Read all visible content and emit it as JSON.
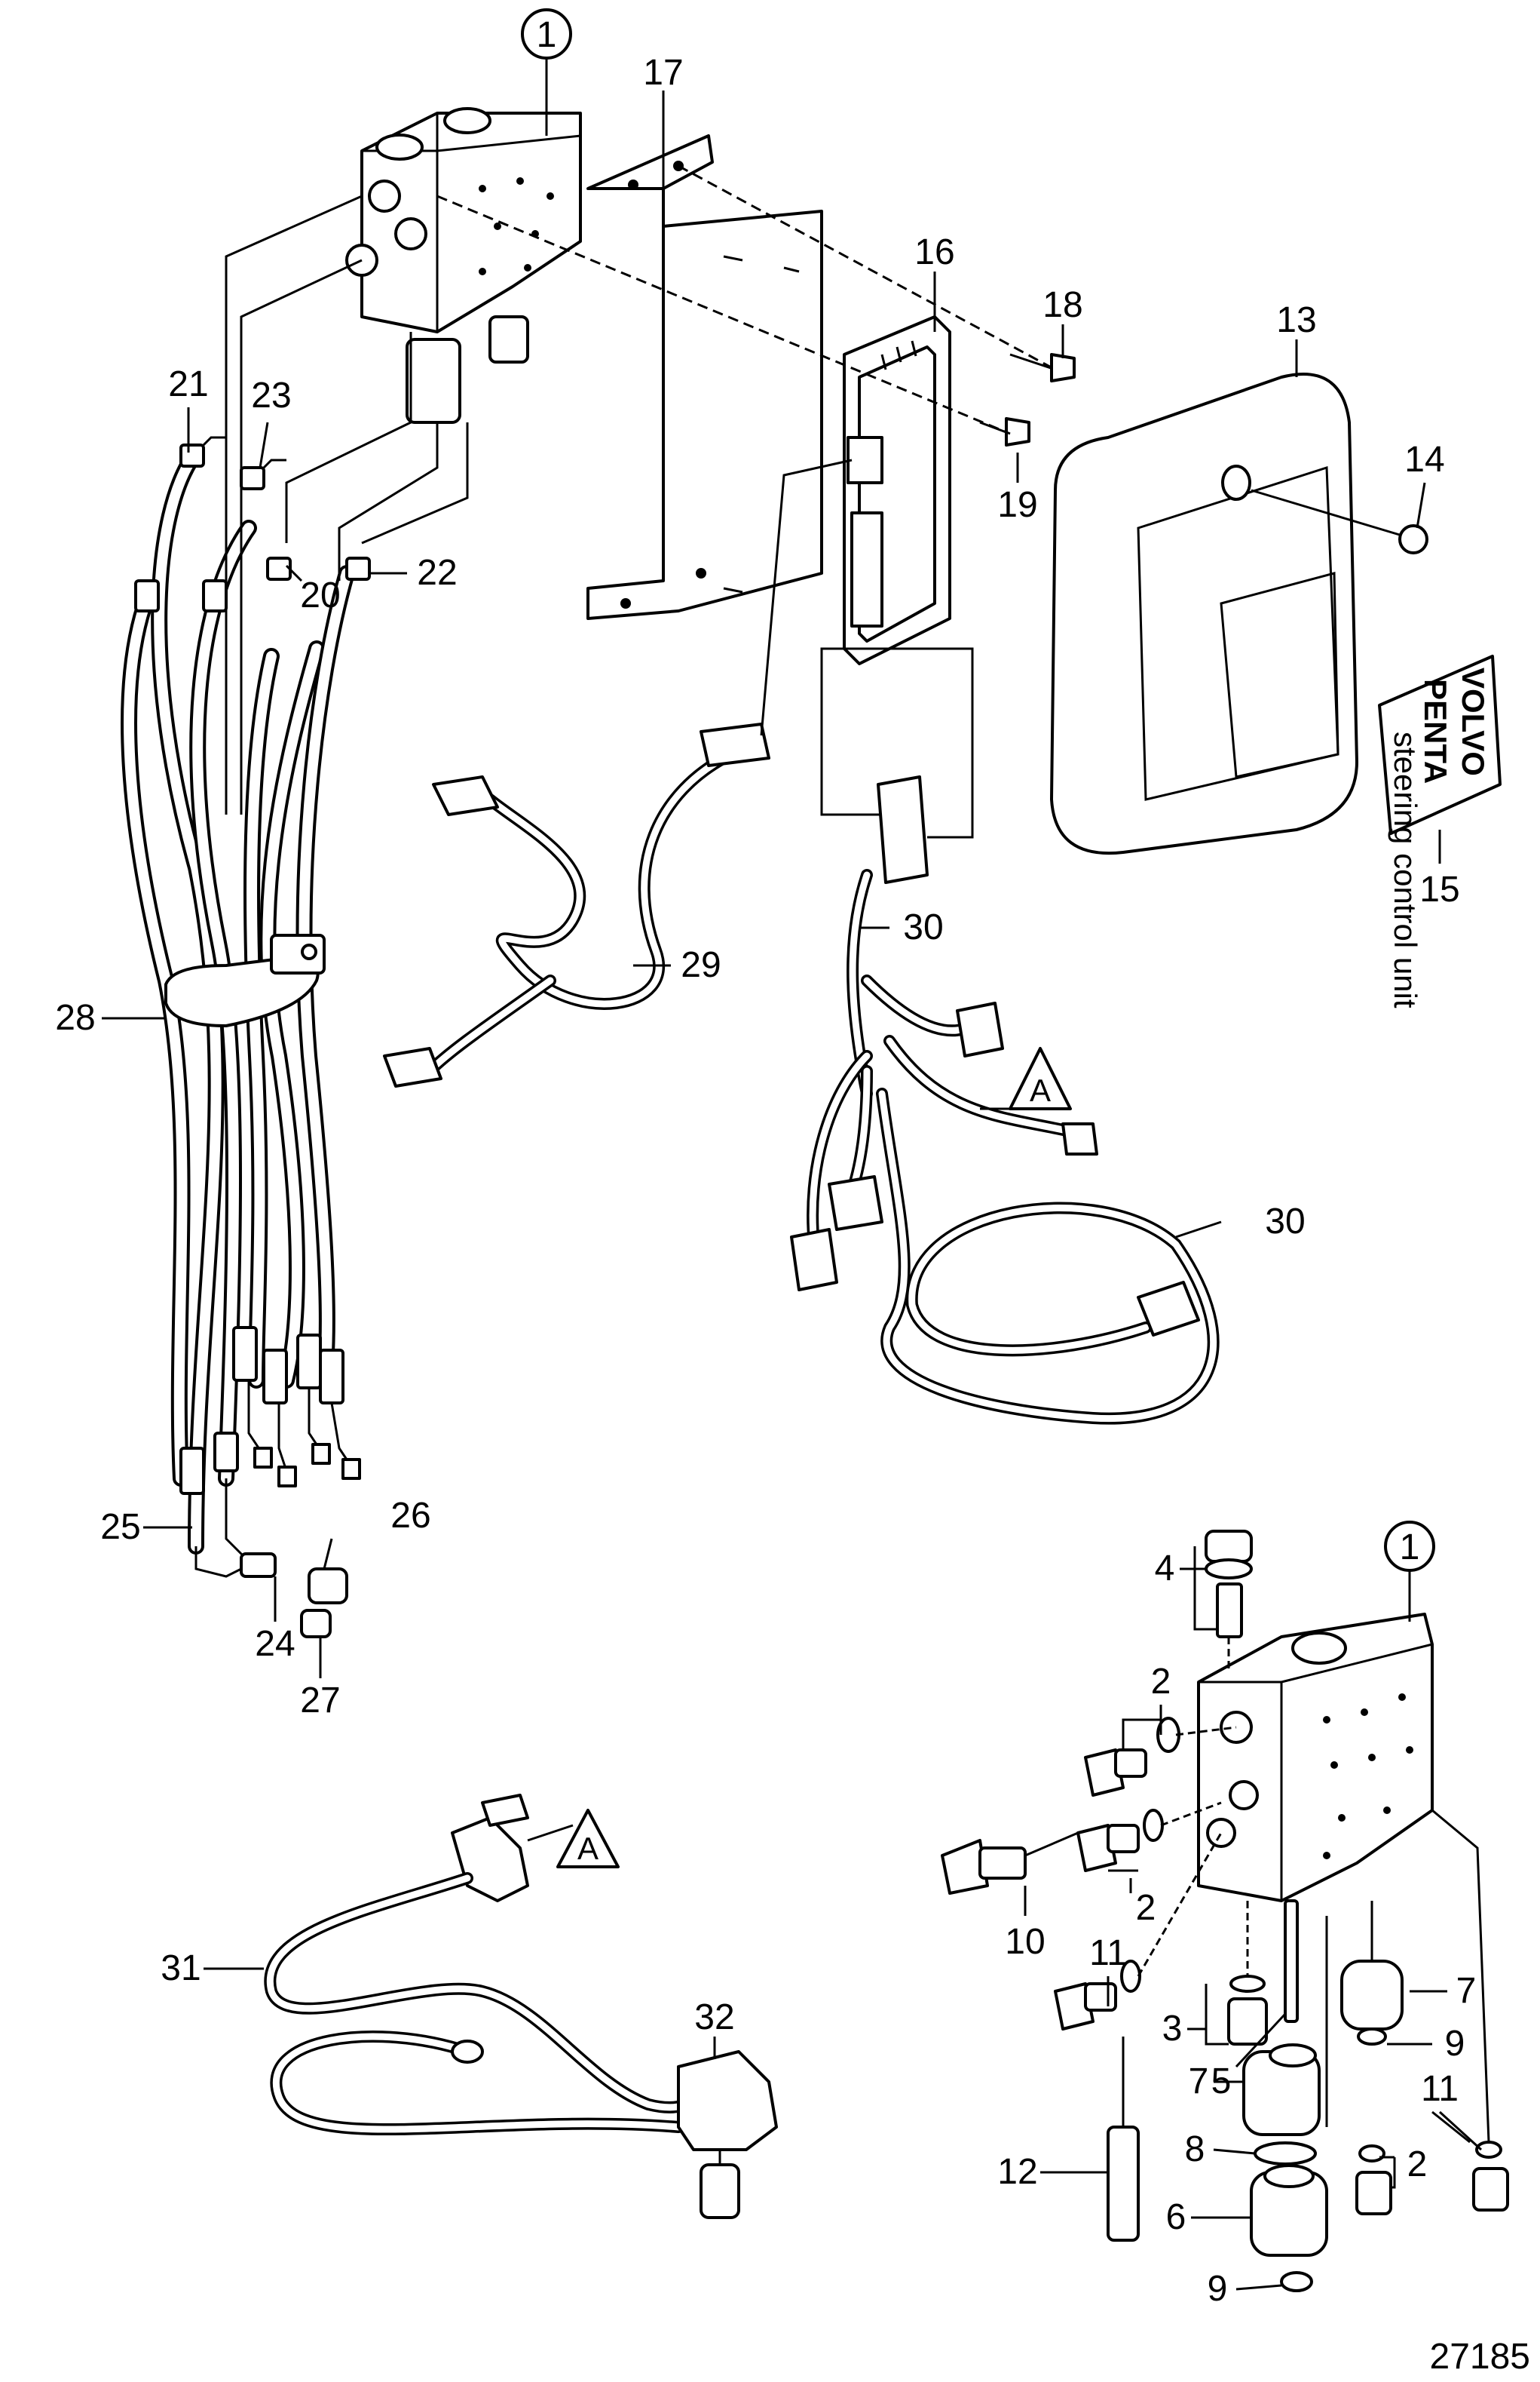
{
  "labels": {
    "c1_top": "1",
    "l17": "17",
    "l16": "16",
    "l18": "18",
    "l13": "13",
    "l14": "14",
    "l19": "19",
    "l21": "21",
    "l23": "23",
    "l20": "20",
    "l22": "22",
    "l29": "29",
    "l30a": "30",
    "l30b": "30",
    "l15": "15",
    "l28": "28",
    "triA1": "A",
    "l25": "25",
    "l26": "26",
    "l24": "24",
    "l27": "27",
    "l4": "4",
    "c1_bottom": "1",
    "l2a": "2",
    "l10": "10",
    "l11a": "11",
    "l2b": "2",
    "l3": "3",
    "l7a": "7",
    "l9a": "9",
    "l5": "5",
    "l11b": "11",
    "l12": "12",
    "l7b": "7",
    "l2c": "2",
    "l8": "8",
    "l6": "6",
    "l9b": "9",
    "triA2": "A",
    "l31": "31",
    "l32": "32",
    "figure_number": "27185"
  },
  "label_sticker": {
    "brand_line1": "VOLVO",
    "brand_line2": "PENTA",
    "product": "steering control unit"
  }
}
